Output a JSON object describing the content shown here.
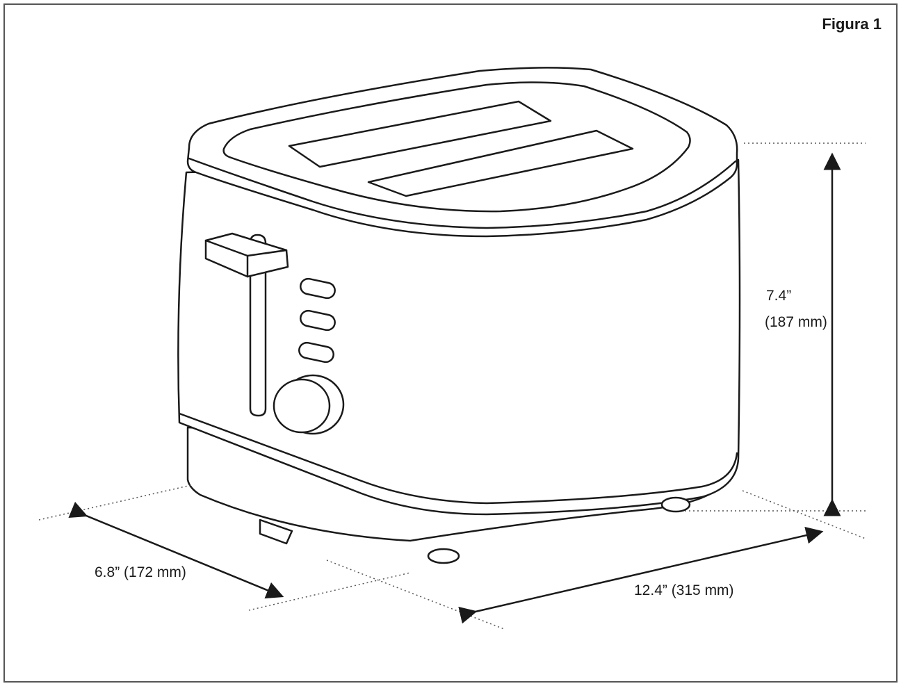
{
  "figure": {
    "label": "Figura 1"
  },
  "dimensions": {
    "height_in": "7.4”",
    "height_mm": "(187 mm)",
    "depth": "6.8” (172 mm)",
    "width": "12.4” (315 mm)"
  },
  "colors": {
    "line": "#1a1a1a",
    "frame": "#555555",
    "background": "#ffffff"
  }
}
